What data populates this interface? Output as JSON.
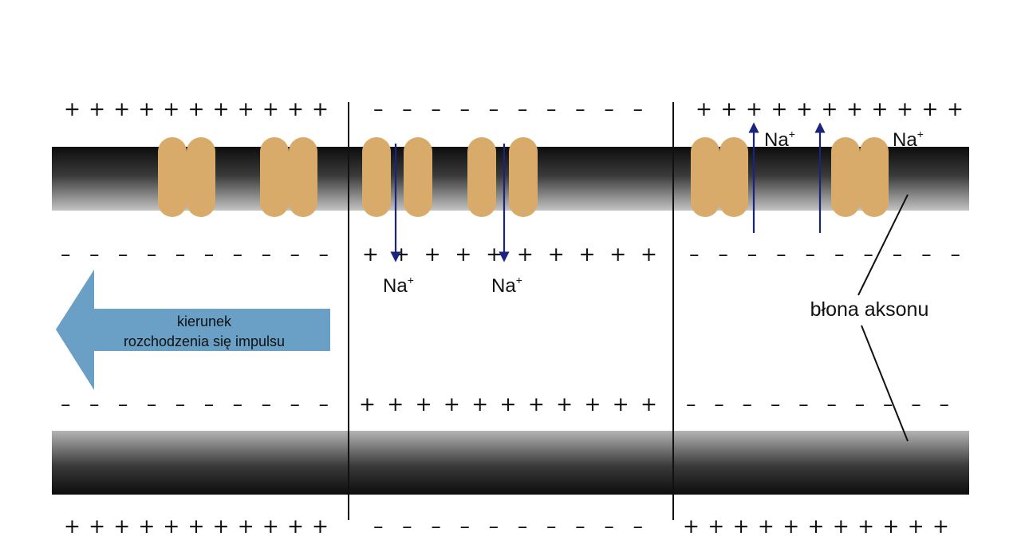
{
  "labels": {
    "direction_line1": "kierunek",
    "direction_line2": "rozchodzenia się impulsu",
    "membrane": "błona aksonu",
    "sodium": "Na",
    "sodium_charge": "+"
  },
  "charge_rows": {
    "top_left": "+ + + + + + + + + + +",
    "top_middle": "– – – – – – – – – –",
    "top_right": "+ + + + + + + + + + +",
    "upper_inner_left": "– – – – – – – – – –",
    "upper_inner_middle": "+   + + +   + + + + + +",
    "upper_inner_right": "– – – – – – – – – –",
    "lower_inner_left": "– – – – – – – – – –",
    "lower_inner_middle": "+ + + + + + + + + + +",
    "lower_inner_right": "– – – – – – – – – –",
    "bottom_left": "+ + + + + + + + + + +",
    "bottom_middle": "– – – – – – – – – –",
    "bottom_right": "+ + + + + + + + + + +"
  },
  "colors": {
    "channel": "#d9ab6b",
    "arrow": "#6aa0c6",
    "ion_arrow": "#1a237e",
    "membrane_dark": "#111111",
    "membrane_light": "#b8b8b8"
  }
}
